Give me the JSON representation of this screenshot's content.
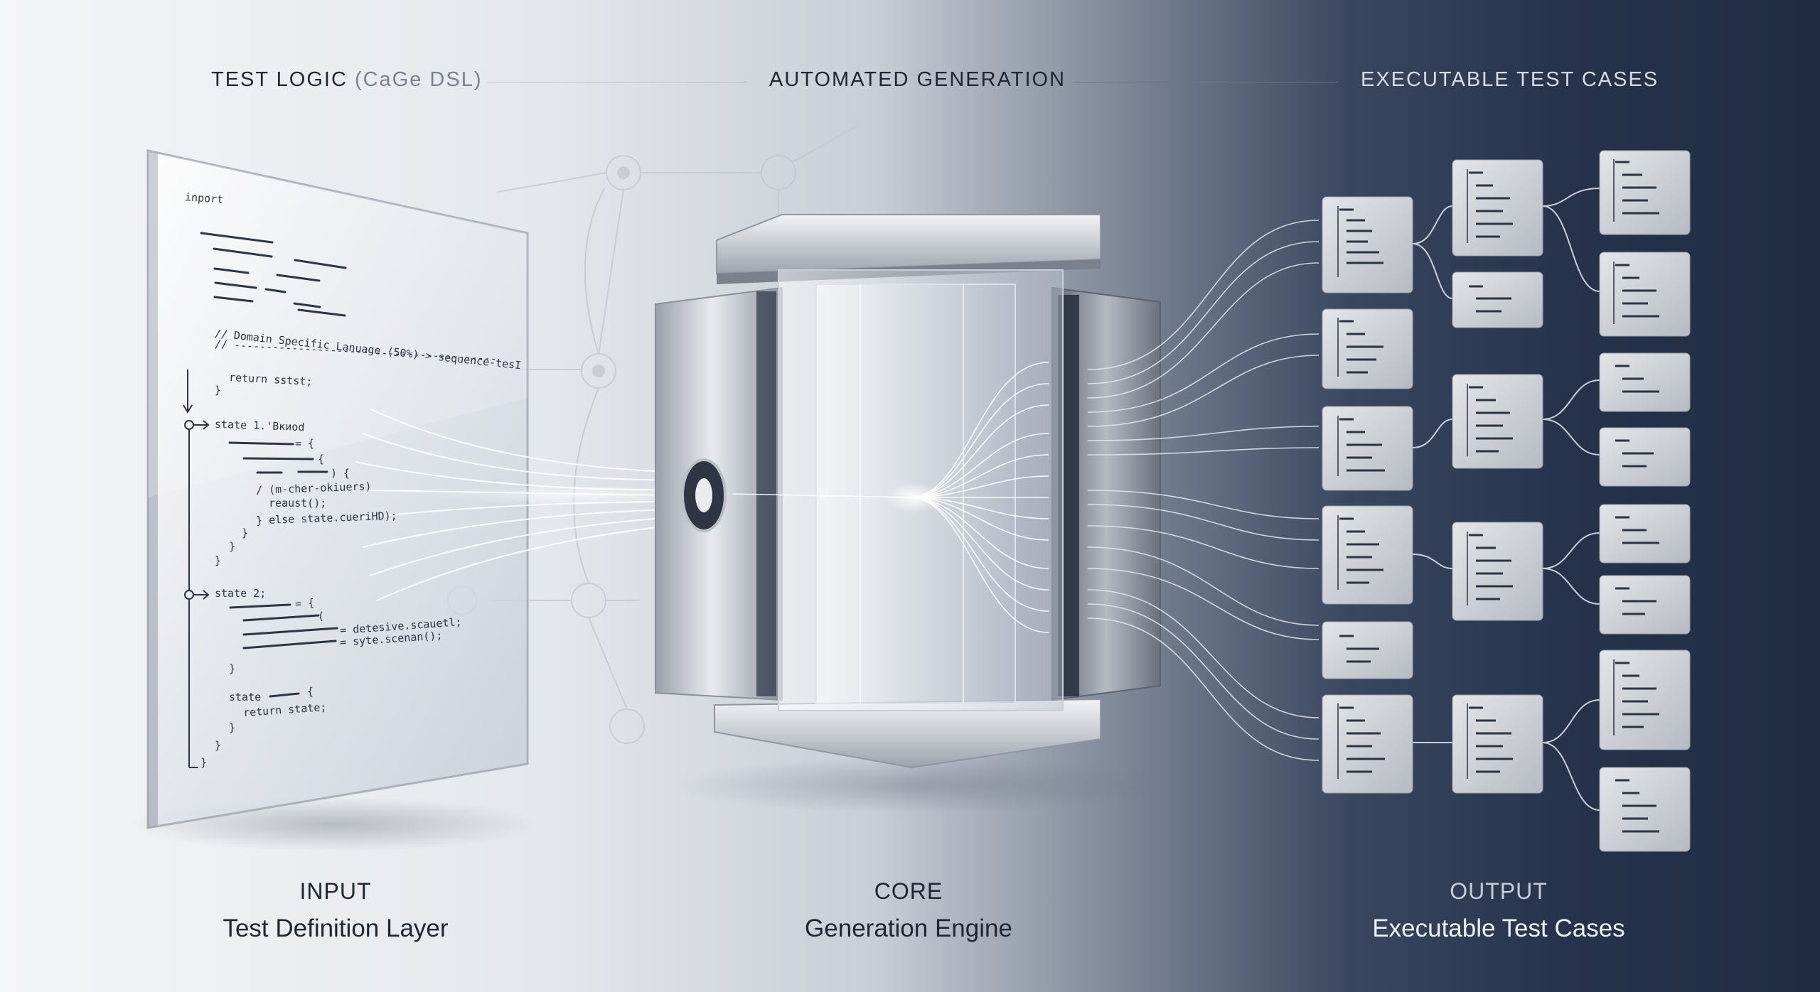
{
  "header": {
    "input_title": "TEST LOGIC",
    "input_sub": "(CaGe DSL)",
    "core_title": "AUTOMATED GENERATION",
    "output_title": "EXECUTABLE TEST CASES"
  },
  "panels": {
    "input": {
      "kicker": "INPUT",
      "title": "Test Definition Layer"
    },
    "core": {
      "kicker": "CORE",
      "title": "Generation Engine"
    },
    "output": {
      "kicker": "OUTPUT",
      "title": "Executable Test Cases"
    }
  },
  "code": {
    "import_line": "inport",
    "comment_line": "// Domain Specific Lanuage (50%) > sequence-tesI",
    "comment_dash": "// -----------------------------------------",
    "return_line": "return sstst;",
    "close_1": "}",
    "state1": "state 1.'Bкиod",
    "s1_a": "= {",
    "s1_b": "{",
    "s1_c": ") {",
    "s1_d": "/ (m-cher-okiuers)",
    "s1_e": "reaust();",
    "s1_f": "} else state.cueriHD);",
    "s1_g": "}",
    "s1_h": "}",
    "s1_i": "}",
    "state2": "state 2;",
    "s2_a": "= {",
    "s2_b": "(",
    "s2_c": "= detesive.scauetl;",
    "s2_d": "= syte.scenan();",
    "s2_e": "}",
    "state_kw": "state",
    "s3_a": "{",
    "s3_b": "return state;",
    "s3_c": "}",
    "s3_d": "}",
    "s3_e": "}"
  },
  "colors": {
    "accent_light": "#ffffff",
    "text_dark": "#1e2533",
    "text_light": "#e8ecf2",
    "card_fill": "#c9ccd2"
  }
}
